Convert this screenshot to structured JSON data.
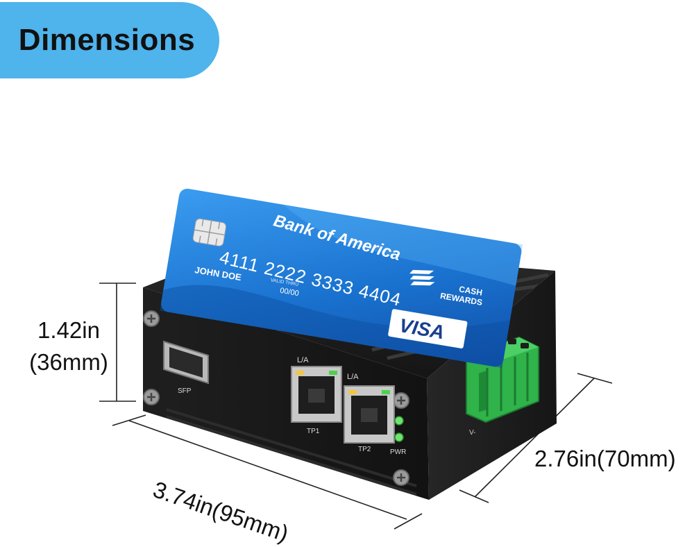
{
  "header": {
    "title": "Dimensions"
  },
  "dimensions": {
    "height_in": "1.42in",
    "height_mm": "(36mm)",
    "length": "3.74in(95mm)",
    "width": "2.76in(70mm)"
  },
  "card": {
    "bank": "Bank of America",
    "number": "4111 2222 3333 4404",
    "holder": "JOHN DOE",
    "valid_small": "VALID THRU",
    "expiry": "00/00",
    "cash": "CASH",
    "rewards": "REWARDS",
    "network": "VISA"
  },
  "device": {
    "sfp_label": "SFP",
    "tp1_led_label": "L/A",
    "tp2_led_label": "L/A",
    "tp1_label": "TP1",
    "tp2_label": "TP2",
    "pwr_label": "PWR",
    "terminal_label": "V-"
  },
  "colors": {
    "badge": "#4fb3ec",
    "card_blue": "#1a73d0",
    "device_body": "#1b1b1b",
    "terminal_green": "#2fb34a"
  }
}
